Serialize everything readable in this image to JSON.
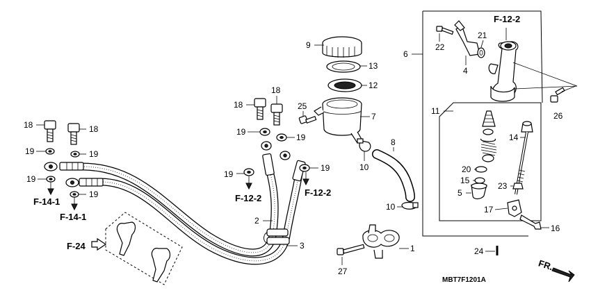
{
  "diagram_code": "MBT7F1201A",
  "direction_label": "FR.",
  "callouts": [
    {
      "id": "1",
      "text": "1"
    },
    {
      "id": "2",
      "text": "2"
    },
    {
      "id": "3",
      "text": "3"
    },
    {
      "id": "4",
      "text": "4"
    },
    {
      "id": "5",
      "text": "5"
    },
    {
      "id": "6",
      "text": "6"
    },
    {
      "id": "7",
      "text": "7"
    },
    {
      "id": "8",
      "text": "8"
    },
    {
      "id": "9",
      "text": "9"
    },
    {
      "id": "10a",
      "text": "10"
    },
    {
      "id": "10b",
      "text": "10"
    },
    {
      "id": "11",
      "text": "11"
    },
    {
      "id": "12",
      "text": "12"
    },
    {
      "id": "13",
      "text": "13"
    },
    {
      "id": "14",
      "text": "14"
    },
    {
      "id": "15",
      "text": "15"
    },
    {
      "id": "16",
      "text": "16"
    },
    {
      "id": "17",
      "text": "17"
    },
    {
      "id": "18a",
      "text": "18"
    },
    {
      "id": "18b",
      "text": "18"
    },
    {
      "id": "18c",
      "text": "18"
    },
    {
      "id": "18d",
      "text": "18"
    },
    {
      "id": "19a",
      "text": "19"
    },
    {
      "id": "19b",
      "text": "19"
    },
    {
      "id": "19c",
      "text": "19"
    },
    {
      "id": "19d",
      "text": "19"
    },
    {
      "id": "19e",
      "text": "19"
    },
    {
      "id": "19f",
      "text": "19"
    },
    {
      "id": "19g",
      "text": "19"
    },
    {
      "id": "19h",
      "text": "19"
    },
    {
      "id": "20",
      "text": "20"
    },
    {
      "id": "21",
      "text": "21"
    },
    {
      "id": "22",
      "text": "22"
    },
    {
      "id": "23",
      "text": "23"
    },
    {
      "id": "24",
      "text": "24"
    },
    {
      "id": "25",
      "text": "25"
    },
    {
      "id": "26",
      "text": "26"
    },
    {
      "id": "27",
      "text": "27"
    }
  ],
  "references": [
    {
      "id": "f-12-2-top",
      "text": "F-12-2"
    },
    {
      "id": "f-12-2-left",
      "text": "F-12-2"
    },
    {
      "id": "f-12-2-right",
      "text": "F-12-2"
    },
    {
      "id": "f-14-1-upper",
      "text": "F-14-1"
    },
    {
      "id": "f-14-1-lower",
      "text": "F-14-1"
    },
    {
      "id": "f-24",
      "text": "F-24"
    }
  ]
}
